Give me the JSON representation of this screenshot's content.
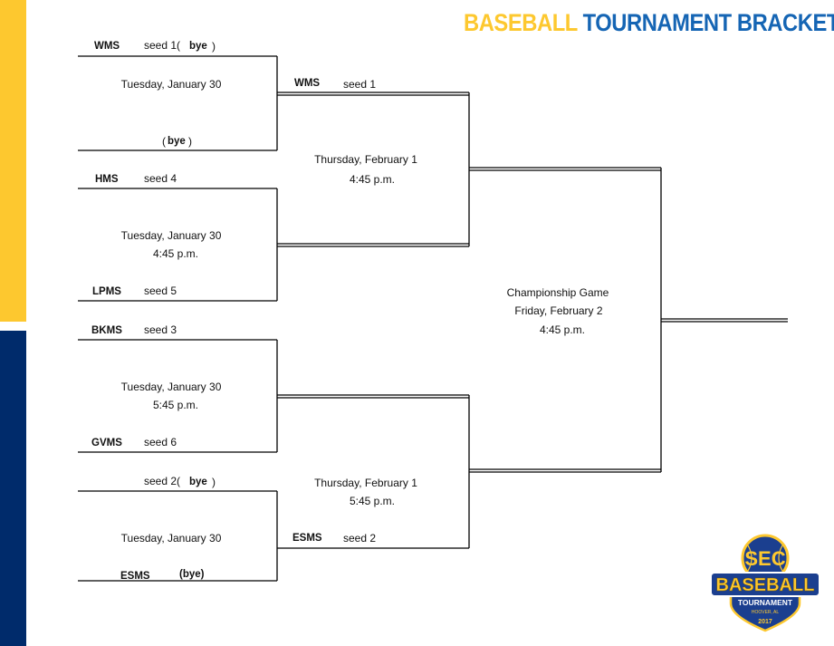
{
  "header": {
    "title_word1": "BASEBALL",
    "title_word2": "TOURNAMENT BRACKET"
  },
  "round1": {
    "game1": {
      "team_top": "WMS",
      "seed_top": "seed 1(",
      "bye_top": "bye",
      "paren_top": ")",
      "date": "Tuesday, January 30",
      "bottom_open": "(",
      "bottom_bye": "bye",
      "bottom_close": ")"
    },
    "game2": {
      "team_top": "HMS",
      "seed_top": "seed 4",
      "date": "Tuesday, January 30",
      "time": "4:45  p.m.",
      "team_bottom": "LPMS",
      "seed_bottom": "seed 5"
    },
    "game3": {
      "team_top": "BKMS",
      "seed_top": "seed 3",
      "date": "Tuesday, January 30",
      "time": "5:45  p.m.",
      "team_bottom": "GVMS",
      "seed_bottom": "seed 6"
    },
    "game4": {
      "seed_top": "seed 2(",
      "bye_top": "bye",
      "paren_top": ")",
      "date": "Tuesday, January 30",
      "team_bottom": "ESMS",
      "bye_bottom": "(bye)"
    }
  },
  "semis": {
    "top": {
      "team": "WMS",
      "seed": "seed 1",
      "date": "Thursday, February 1",
      "time": "4:45  p.m."
    },
    "bottom": {
      "team": "ESMS",
      "seed": "seed 2",
      "date": "Thursday, February 1",
      "time": "5:45  p.m."
    }
  },
  "final": {
    "label": "Championship Game",
    "date": "Friday, February 2",
    "time": "4:45  p.m."
  },
  "logo": {
    "top": "SEC",
    "main": "BASEBALL",
    "sub": "TOURNAMENT",
    "location": "HOOVER, AL",
    "year": "2017"
  },
  "colors": {
    "gold": "#fdc82f",
    "navy": "#002b6b",
    "blue": "#1565b4"
  }
}
